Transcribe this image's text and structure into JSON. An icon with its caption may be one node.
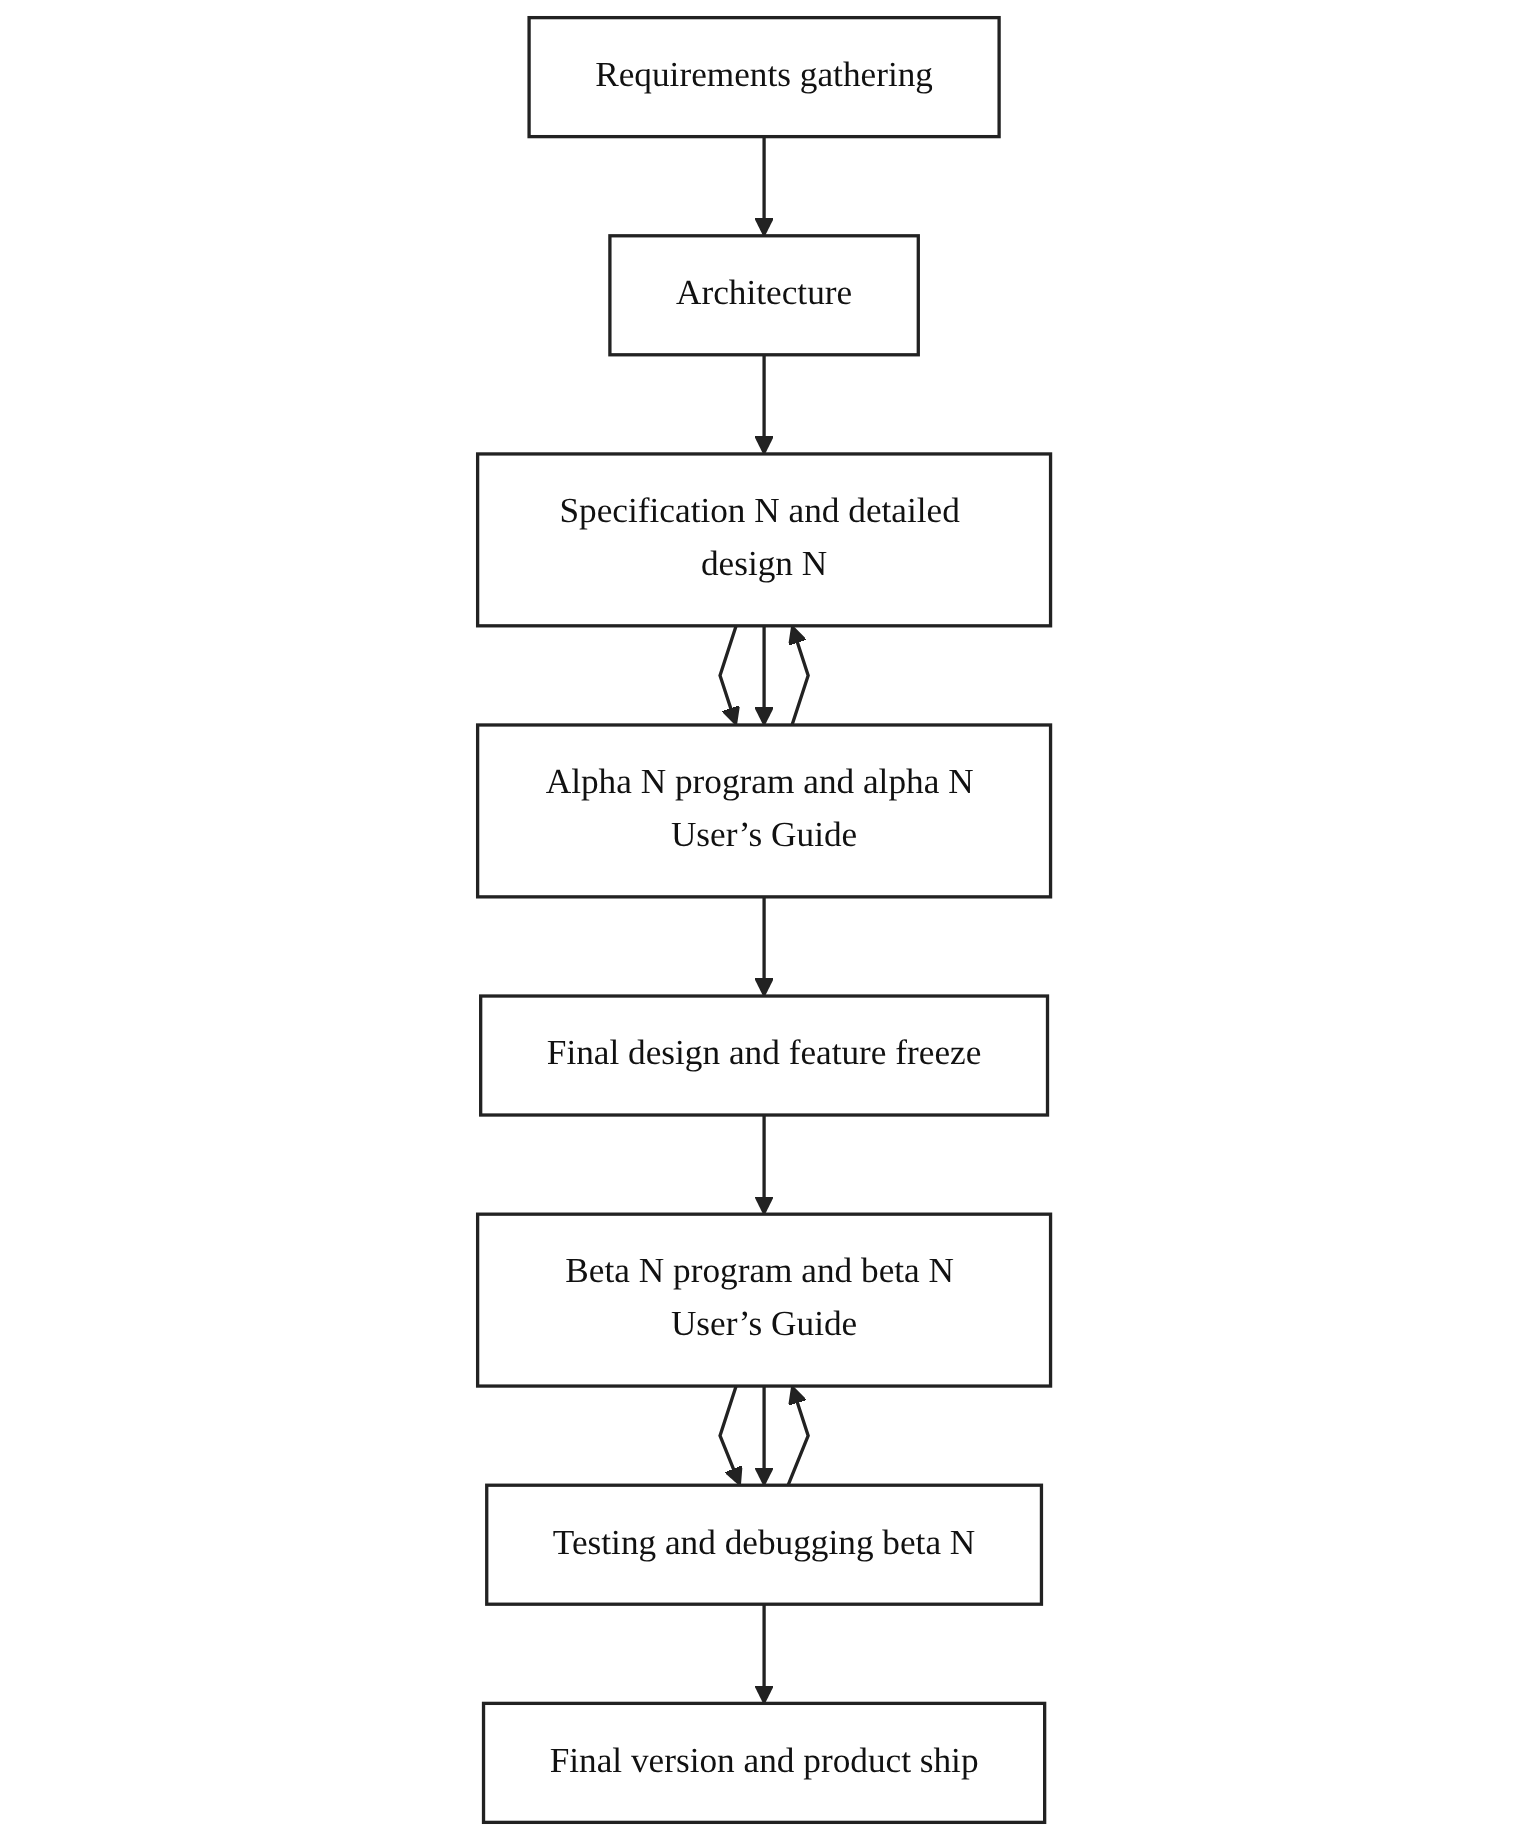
{
  "diagram": {
    "nodes": [
      {
        "text": [
          "Requirements gathering"
        ]
      },
      {
        "text": [
          "Architecture"
        ]
      },
      {
        "text": [
          "Specification N and detailed design N"
        ]
      },
      {
        "text": [
          "Alpha N program and alpha N User’s Guide"
        ]
      },
      {
        "text": [
          "Final design and feature freeze"
        ]
      },
      {
        "text": [
          "Beta N program and beta N User’s Guide"
        ]
      },
      {
        "text": [
          "Testing and debugging beta N"
        ]
      },
      {
        "text": [
          "Final version and product ship"
        ]
      }
    ],
    "edges": [
      {
        "from": 0,
        "to": 1,
        "arrow": "to"
      },
      {
        "from": 1,
        "to": 2,
        "arrow": "to"
      },
      {
        "from": 2,
        "to": 3,
        "arrow": "to"
      },
      {
        "from": 3,
        "to": 2,
        "arrow": "to"
      },
      {
        "from": 2,
        "to": 3,
        "arrow": "to"
      },
      {
        "from": 3,
        "to": 4,
        "arrow": "to"
      },
      {
        "from": 4,
        "to": 5,
        "arrow": "to"
      },
      {
        "from": 5,
        "to": 6,
        "arrow": "to"
      },
      {
        "from": 6,
        "to": 5,
        "arrow": "to"
      },
      {
        "from": 5,
        "to": 6,
        "arrow": "to"
      },
      {
        "from": 6,
        "to": 7,
        "arrow": "to"
      }
    ]
  }
}
